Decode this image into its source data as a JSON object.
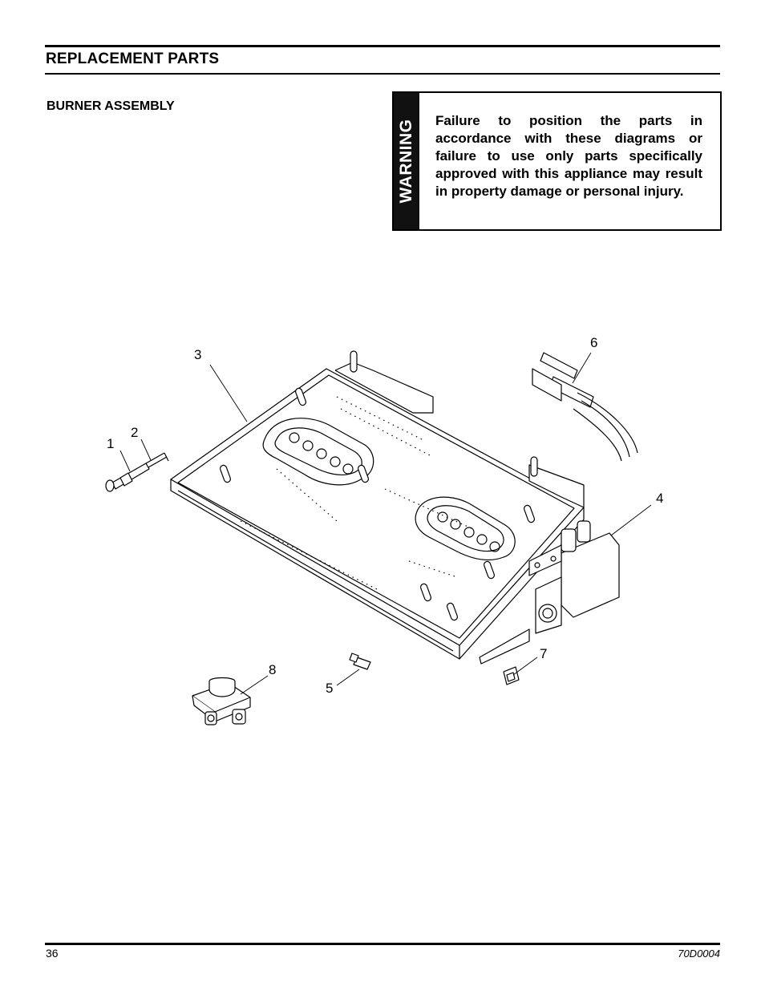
{
  "header": {
    "title": "REPLACEMENT PARTS"
  },
  "section": {
    "subtitle": "BURNER ASSEMBLY"
  },
  "warning": {
    "label": "WARNING",
    "text": "Failure to position the parts in accordance with these diagrams or failure to use only parts specifically approved with this appliance may result in property damage or personal injury."
  },
  "diagram": {
    "callouts": [
      "1",
      "2",
      "3",
      "4",
      "5",
      "6",
      "7",
      "8"
    ]
  },
  "footer": {
    "page_number": "36",
    "doc_code": "70D0004"
  }
}
